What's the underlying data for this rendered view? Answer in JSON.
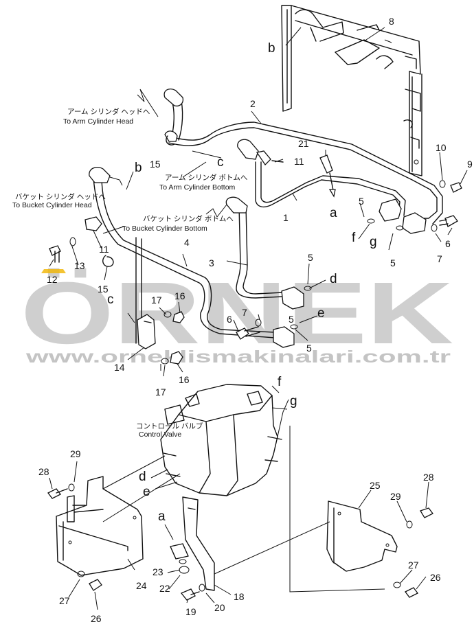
{
  "watermark": {
    "brand": "ÖRNEK",
    "url": "www.orneklismakinalari.com.tr",
    "color": "#c9c9c9",
    "accent": "#f0b400"
  },
  "labels": {
    "arm_head_jp": "アーム シリンダ ヘッドへ",
    "arm_head_en": "To Arm Cylinder Head",
    "arm_bottom_jp": "アーム シリンダ ボトムへ",
    "arm_bottom_en": "To Arm Cylinder Bottom",
    "bucket_head_jp": "バケット シリンダ ヘッドへ",
    "bucket_head_en": "To Bucket Cylinder Head",
    "bucket_bottom_jp": "バケット シリンダ ボトムへ",
    "bucket_bottom_en": "To Bucket Cylinder Bottom",
    "valve_jp": "コントロール バルブ",
    "valve_en": "Control Valve"
  },
  "callouts": [
    {
      "id": "n1",
      "text": "1"
    },
    {
      "id": "n2",
      "text": "2"
    },
    {
      "id": "n3",
      "text": "3"
    },
    {
      "id": "n4",
      "text": "4"
    },
    {
      "id": "n5a",
      "text": "5"
    },
    {
      "id": "n5b",
      "text": "5"
    },
    {
      "id": "n5c",
      "text": "5"
    },
    {
      "id": "n5d",
      "text": "5"
    },
    {
      "id": "n5e",
      "text": "5"
    },
    {
      "id": "n6a",
      "text": "6"
    },
    {
      "id": "n6b",
      "text": "6"
    },
    {
      "id": "n7a",
      "text": "7"
    },
    {
      "id": "n7b",
      "text": "7"
    },
    {
      "id": "n8",
      "text": "8"
    },
    {
      "id": "n9",
      "text": "9"
    },
    {
      "id": "n10",
      "text": "10"
    },
    {
      "id": "n11a",
      "text": "11"
    },
    {
      "id": "n11b",
      "text": "11"
    },
    {
      "id": "n12",
      "text": "12"
    },
    {
      "id": "n13",
      "text": "13"
    },
    {
      "id": "n14",
      "text": "14"
    },
    {
      "id": "n15a",
      "text": "15"
    },
    {
      "id": "n15b",
      "text": "15"
    },
    {
      "id": "n16a",
      "text": "16"
    },
    {
      "id": "n16b",
      "text": "16"
    },
    {
      "id": "n17a",
      "text": "17"
    },
    {
      "id": "n17b",
      "text": "17"
    },
    {
      "id": "n18",
      "text": "18"
    },
    {
      "id": "n19",
      "text": "19"
    },
    {
      "id": "n20",
      "text": "20"
    },
    {
      "id": "n21",
      "text": "21"
    },
    {
      "id": "n22",
      "text": "22"
    },
    {
      "id": "n23",
      "text": "23"
    },
    {
      "id": "n24",
      "text": "24"
    },
    {
      "id": "n25",
      "text": "25"
    },
    {
      "id": "n26a",
      "text": "26"
    },
    {
      "id": "n26b",
      "text": "26"
    },
    {
      "id": "n27a",
      "text": "27"
    },
    {
      "id": "n27b",
      "text": "27"
    },
    {
      "id": "n28a",
      "text": "28"
    },
    {
      "id": "n28b",
      "text": "28"
    },
    {
      "id": "n29a",
      "text": "29"
    },
    {
      "id": "n29b",
      "text": "29"
    }
  ],
  "letters": [
    {
      "id": "Lb1",
      "text": "b"
    },
    {
      "id": "Lb2",
      "text": "b"
    },
    {
      "id": "Lc1",
      "text": "c"
    },
    {
      "id": "Lc2",
      "text": "c"
    },
    {
      "id": "La1",
      "text": "a"
    },
    {
      "id": "La2",
      "text": "a"
    },
    {
      "id": "Lf1",
      "text": "f"
    },
    {
      "id": "Lf2",
      "text": "f"
    },
    {
      "id": "Lg1",
      "text": "g"
    },
    {
      "id": "Lg2",
      "text": "g"
    },
    {
      "id": "Ld1",
      "text": "d"
    },
    {
      "id": "Ld2",
      "text": "d"
    },
    {
      "id": "Le1",
      "text": "e"
    },
    {
      "id": "Le2",
      "text": "e"
    }
  ]
}
